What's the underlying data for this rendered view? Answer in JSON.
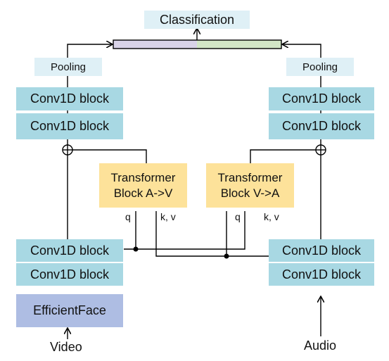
{
  "classification": "Classification",
  "pooling_left": "Pooling",
  "pooling_right": "Pooling",
  "conv_label": "Conv1D block",
  "transformer_av": {
    "line1": "Transformer",
    "line2": "Block A->V",
    "q": "q",
    "kv": "k, v"
  },
  "transformer_va": {
    "line1": "Transformer",
    "line2": "Block V->A",
    "q": "q",
    "kv": "k, v"
  },
  "efficientface": "EfficientFace",
  "video": "Video",
  "audio": "Audio",
  "colors": {
    "conv": "#a8d8e3",
    "pool": "#dff0f6",
    "transformer": "#fde29a",
    "efficientface": "#aebde3",
    "feature_left": "#d9d3e8",
    "feature_right": "#d2e6c6"
  }
}
